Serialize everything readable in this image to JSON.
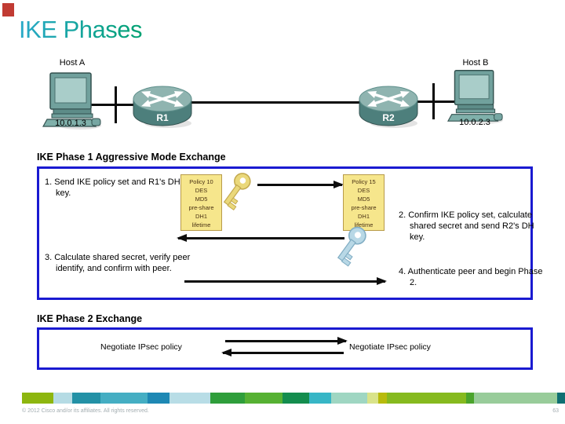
{
  "slide": {
    "title": "IKE Phases",
    "copyright": "© 2012 Cisco and/or its affiliates. All rights reserved.",
    "page_number": "63"
  },
  "colors": {
    "title_gradient_start": "#2aa9c9",
    "title_gradient_end": "#00a171",
    "accent_red": "#c13b33",
    "box_border_blue": "#1a1ad1",
    "policy_box_fill": "#f6e68c",
    "initiator_key": "#ead87a",
    "responder_key": "#b8d8e6"
  },
  "topology": {
    "host_a": {
      "label": "Host A",
      "ip": "10.0.1.3"
    },
    "host_b": {
      "label": "Host B",
      "ip": "10.0.2.3"
    },
    "router_left": "R1",
    "router_right": "R2"
  },
  "phase1": {
    "heading": "IKE Phase 1 Aggressive Mode Exchange",
    "step1": "1. Send IKE policy set and R1's DH key.",
    "step2": "2. Confirm IKE policy set, calculate shared secret and send R2's DH key.",
    "step3": "3. Calculate shared secret, verify peer identify, and confirm with peer.",
    "step4": "4. Authenticate peer and begin Phase 2.",
    "policy_left": [
      "Policy 10",
      "DES",
      "MD5",
      "pre-share",
      "DH1",
      "lifetime"
    ],
    "policy_right": [
      "Policy 15",
      "DES",
      "MD5",
      "pre-share",
      "DH1",
      "lifetime"
    ]
  },
  "phase2": {
    "heading": "IKE Phase 2 Exchange",
    "left_label": "Negotiate IPsec policy",
    "right_label": "Negotiate IPsec policy"
  },
  "footer": {
    "bar_segments": [
      {
        "w": 40,
        "c": "#8db60f"
      },
      {
        "w": 24,
        "c": "#b5dbe4"
      },
      {
        "w": 36,
        "c": "#2391a6"
      },
      {
        "w": 60,
        "c": "#45aec3"
      },
      {
        "w": 28,
        "c": "#1e88b4"
      },
      {
        "w": 52,
        "c": "#b8dde6"
      },
      {
        "w": 44,
        "c": "#2f9e3b"
      },
      {
        "w": 48,
        "c": "#56b133"
      },
      {
        "w": 34,
        "c": "#148d4e"
      },
      {
        "w": 28,
        "c": "#37b6c6"
      },
      {
        "w": 46,
        "c": "#9fd6c2"
      },
      {
        "w": 14,
        "c": "#d9e38a"
      },
      {
        "w": 11,
        "c": "#b8bb0c"
      },
      {
        "w": 101,
        "c": "#86ba1f"
      },
      {
        "w": 10,
        "c": "#4aa42c"
      },
      {
        "w": 106,
        "c": "#98cc9a"
      },
      {
        "w": 10,
        "c": "#0f6f72"
      }
    ]
  }
}
